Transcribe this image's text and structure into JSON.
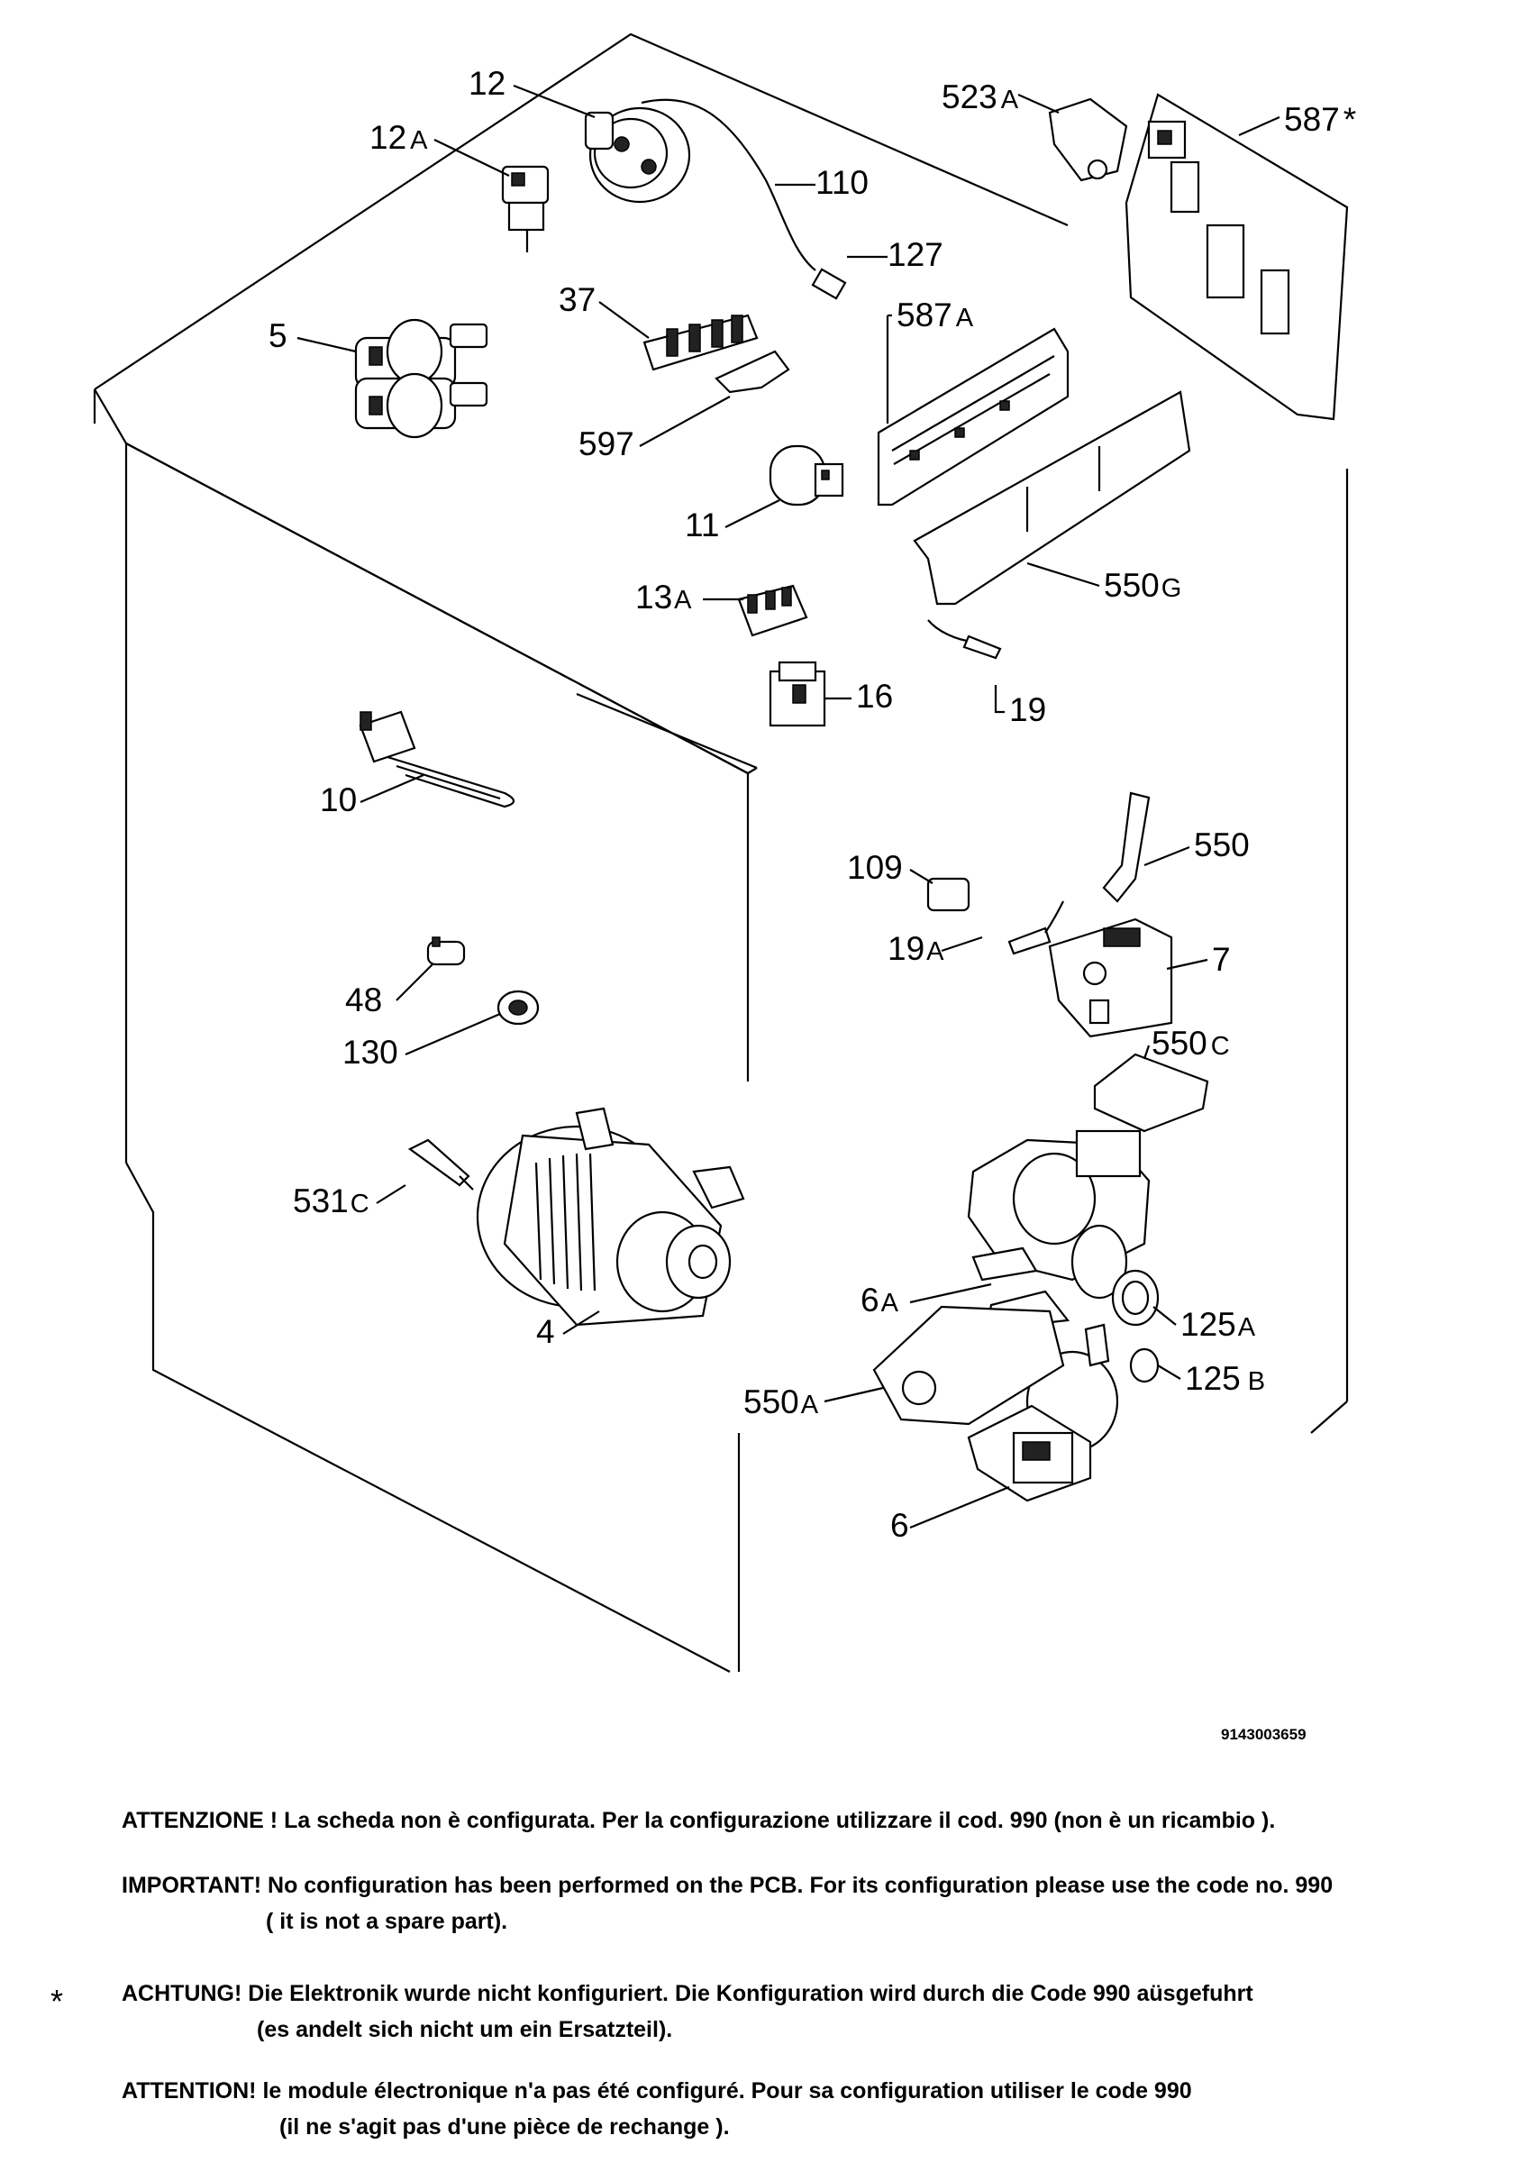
{
  "drawing_number": "9143003659",
  "parts": {
    "p12": "12",
    "p12a": "12",
    "p12a_s": "A",
    "p110": "110",
    "p127": "127",
    "p37": "37",
    "p5": "5",
    "p597": "597",
    "p11": "11",
    "p13a": "13",
    "p13a_s": "A",
    "p16": "16",
    "p19": "19",
    "p10": "10",
    "p523a": "523",
    "p523a_s": "A",
    "p587star": "587",
    "p587star_s": "*",
    "p587a": "587",
    "p587a_s": "A",
    "p550g": "550",
    "p550g_s": "G",
    "p109": "109",
    "p550": "550",
    "p19a": "19",
    "p19a_s": "A",
    "p7": "7",
    "p550c": "550",
    "p550c_s": "C",
    "p48": "48",
    "p130": "130",
    "p531c": "531",
    "p531c_s": "C",
    "p4": "4",
    "p6a": "6",
    "p6a_s": "A",
    "p125a": "125",
    "p125a_s": "A",
    "p125b": "125",
    "p125b_s": "B",
    "p550a": "550",
    "p550a_s": "A",
    "p6": "6"
  },
  "notes": {
    "star_symbol": "*",
    "it": "ATTENZIONE ! La scheda non è configurata. Per la configurazione utilizzare il cod. 990 (non è un ricambio ).",
    "en_1": "IMPORTANT! No configuration has been performed on the PCB. For its configuration please use the code no. 990",
    "en_2": "( it is not a spare part).",
    "de_1": "ACHTUNG! Die Elektronik wurde nicht konfiguriert. Die Konfiguration wird durch die Code 990 aüsgefuhrt",
    "de_2": "(es andelt sich nicht um ein Ersatzteil).",
    "fr_1": "ATTENTION! le module électronique n'a pas été configuré. Pour  sa configuration utiliser le code 990",
    "fr_2": "(il ne s'agit pas d'une pièce de rechange )."
  }
}
